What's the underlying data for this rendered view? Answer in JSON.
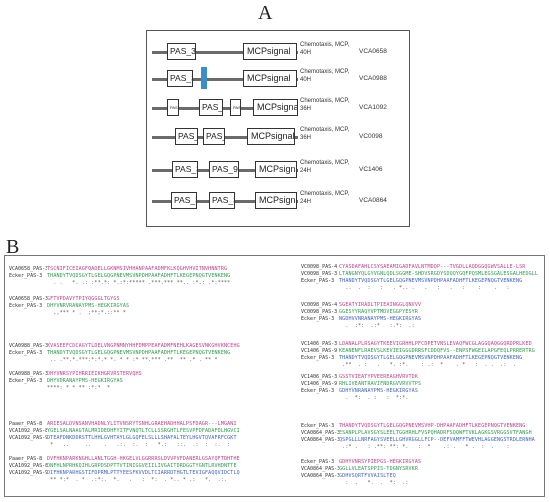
{
  "panel_a": {
    "letter": "A",
    "rows": [
      {
        "domains": [
          {
            "label": "PAS_3",
            "left": 0
          },
          {
            "label": "MCPsignal",
            "left": 0
          }
        ],
        "desc": "Chemotaxis, MCP, 40H",
        "gene": "VCA0658"
      },
      {
        "domains": [
          {
            "label": "PAS_3"
          },
          {
            "label": "MCPsignal"
          }
        ],
        "desc": "Chemotaxis, MCP, 40H",
        "gene": "VCA0988"
      },
      {
        "domains": [
          {
            "label": "PAS"
          },
          {
            "label": "PAS_9"
          },
          {
            "label": "PAS"
          },
          {
            "label": "MCPsignal"
          }
        ],
        "desc": "Chemotaxis, MCP, 36H",
        "gene": "VCA1092"
      },
      {
        "domains": [
          {
            "label": "PAS_4"
          },
          {
            "label": "PAS_3"
          },
          {
            "label": "MCPsignal"
          }
        ],
        "desc": "Chemotaxis, MCP, 36H",
        "gene": "VC0098"
      },
      {
        "domains": [
          {
            "label": "PAS_3"
          },
          {
            "label": "PAS_9"
          },
          {
            "label": "MCPsignal"
          }
        ],
        "desc": "Chemotaxis, MCP, 24H",
        "gene": "VC1406"
      },
      {
        "domains": [
          {
            "label": "PAS_3"
          },
          {
            "label": "PAS_3"
          },
          {
            "label": "MCPsignal"
          }
        ],
        "desc": "Chemotaxis, MCP, 24H",
        "gene": "VCA0864"
      }
    ]
  },
  "panel_b": {
    "letter": "B",
    "blocks": [
      {
        "lines": [
          {
            "name": "VCA0658_PAS-3",
            "seq": "TSCNIFICEIAGFQADELLGKNMSIVHHANPAAFADMFKLKQGHVHVITNVHNNTRG",
            "color": 0
          },
          {
            "name": "Ecker_PAS-3",
            "seq": "THANDYTVQDSGYTLGELGQGPNEVMSVNPDHPAAFADHFTLKEGEPNQGTVENKENG",
            "color": 1
          },
          {
            "name": "",
            "seq": "  . .   *. .: :**.*: *.:*:***** .***.*** **.. :*.: .*:**** ",
            "color": 9
          }
        ]
      },
      {
        "lines": [
          {
            "name": "VCA0658_PAS-3",
            "seq": "GFTVPDAVYTPIYQGGGLTGYGS",
            "color": 0
          },
          {
            "name": "Ecker_PAS-3",
            "seq": "DHYVNRVRANAYPMS-HEGKIRGYAS",
            "color": 1
          },
          {
            "name": "",
            "seq": "  ,,*** * .  ;**;*.::** *",
            "color": 9
          }
        ]
      },
      {
        "lines": [
          {
            "name": "VCA0988_PAS-3",
            "seq": "KVASEEFCDCAGYTLDELVNGPNMNYHHFDMPPEAFADMFNEHLKAGESVNKGHVKNCEHG",
            "color": 0
          },
          {
            "name": "Ecker_PAS-3",
            "seq": "THANDYTVQDSGYTLGELGQGPNEVMSVNPDHPAAFADHFTLKEGEPNQGTVENKENG",
            "color": 1
          },
          {
            "name": "",
            "seq": " .. .**.*.***:*:*.* *. * * :* **.*** .**  ** .* . ** *  ",
            "color": 9
          }
        ]
      },
      {
        "lines": [
          {
            "name": "VCA0988_PAS-3",
            "seq": "DHYVNRSYPIHRRIEIKHGRVRSTERVQHS",
            "color": 0
          },
          {
            "name": "Ecker_PAS-3",
            "seq": "DHYVDRANAYPMS-HEGKIRGYAS",
            "color": 1
          },
          {
            "name": "",
            "seq": "****: * * ** :*:*  *",
            "color": 9
          }
        ]
      },
      {
        "lines": [
          {
            "name": "Paaer_PAS-8",
            "seq": "ARIESALDVNSANVHADNLYLITVNSRYTSNHLGRAEHADHHALPSFDAGR---LMGANI",
            "color": 0
          },
          {
            "name": "VCA1092_PAS-8",
            "seq": "YGELSALNAAGTALMRIDEDHFYITFVNQTLTCLLSSRGHTLFESVPFDFADAFDLHGVCI",
            "color": 1
          },
          {
            "name": "VCA1092_PAS-9",
            "seq": "DTEAFDNKDDRSTTLHHLGVHTAYLGLGQFELSLLLSHAFALTEYLHGVTQVAFRFCGKT",
            "color": 2
          },
          {
            "name": "",
            "seq": " *   ..     ..    .   .:.  :.  :   *.:   ::.  .:  :  :.  :  ",
            "color": 9
          }
        ]
      },
      {
        "lines": [
          {
            "name": "Paaer_PAS-8",
            "seq": "DVFHKNPARKNGHLLANLTGGH-HKGELVLGGRRRSLDVVPVFDANERLGSAYQFTDHTHE",
            "color": 0
          },
          {
            "name": "VCA1092_PAS-8",
            "seq": "DNFHLNPRHKQIHLGRPDSDPTTVTINIGGVEIILIVGAITDRDGGTYGNTLRVHDNTTE",
            "color": 1
          },
          {
            "name": "VCA1092_PAS-9",
            "seq": "DIFHKNPARHGSTIFDPRMLPTTYEESFKVVDLTCIARRDTHGTLTEVIGFAQQVIDCTLQ",
            "color": 2
          },
          {
            "name": "",
            "seq": " ** *:*  . *  .:*:.  *.   .   :  *:  . *.. * .:   *.  .:.  ",
            "color": 9
          }
        ]
      },
      {
        "lines": [
          {
            "name": "VC0098_PAS-4",
            "seq": "CYASDAFAHLCSYSAEAMIGADFAVLNTMDQP---TVGDLLAQDGGQGWVSALLE-LSR",
            "color": 0
          },
          {
            "name": "VC0098_PAS-3",
            "seq": "LTANGNYQLGYVGNLQDLSGGME-SHDVSRGDYSDQQYGQFPQSMLEGSGALESGALHEDGLL",
            "color": 1
          },
          {
            "name": "Ecker_PAS-3",
            "seq": "THANDYTVQDSGYTLGELGQGPNEVMSVNPDHPAAFADHFTLKEGEPNQGTVENKENG",
            "color": 2
          },
          {
            "name": "",
            "seq": "  ..  .  :   :   . *.. .   .   :   .   :    :    .   :  ",
            "color": 9
          }
        ]
      },
      {
        "lines": [
          {
            "name": "VC0098_PAS-4",
            "seq": "SGEATYIRADLTPIEAINGGLQNVVV",
            "color": 0
          },
          {
            "name": "VC0098_PAS-3",
            "seq": "GGESYYRAQYVPTMDVEGGPYESYR",
            "color": 1
          },
          {
            "name": "Ecker_PAS-3",
            "seq": "NGDHVVNRANAYPMS-HEGKIRGYAS",
            "color": 2
          },
          {
            "name": "",
            "seq": "  .  :*:  .:*   :.*:  .:",
            "color": 9
          }
        ]
      },
      {
        "lines": [
          {
            "name": "VC1406_PAS-3",
            "seq": "LDANALPLRSAGYTKEEVIGRHHLPFCDPETVNSLEVAQFWCGLAGGQAQGGQRDPRLKED",
            "color": 0
          },
          {
            "name": "VC1406_PAS-9",
            "seq": "KEANENFLRAEVSLKEVIEIGGGDRRSFCDDQFVS--ENPSFWGEILAPGFEQLPRRERTRG",
            "color": 1
          },
          {
            "name": "Ecker_PAS-3",
            "seq": "THANDYTVQDSGYTLGELGQGPNEVMSVNPDHPAAFADHFTLKEGEPNQGTVENKENG",
            "color": 2
          },
          {
            "name": "",
            "seq": " .**  . :   .   *. :*.    : .:  *    . *   :  . .  .:  .",
            "color": 9
          }
        ]
      },
      {
        "lines": [
          {
            "name": "VC1406_PAS-3",
            "seq": "GSSTVIEATYPVEEREAGHVRVTDK",
            "color": 0
          },
          {
            "name": "VC1406_PAS-9",
            "seq": "RHLIVEANTRAVIFNDRGVVRVVTPS",
            "color": 1
          },
          {
            "name": "Ecker_PAS-3",
            "seq": "GDHYVNRANAYPMS-HEGKIRGYAS",
            "color": 2
          },
          {
            "name": "",
            "seq": "  .  *:  . :   :  *:*.  ",
            "color": 9
          }
        ]
      },
      {
        "lines": [
          {
            "name": "Ecker_PAS-3",
            "seq": "THANDYTVQDSGYTLGELGQGPNEVMSVHP-DHPAAFADHFTLKEGEPNQGTVENKENG",
            "color": 0
          },
          {
            "name": "VCA0864_PAS-3_1",
            "seq": "ESANPLPLAVSGYSLEELTGGHRHLFVSPQHADRFSQQWFTVKLAGKGSVRGGSVTFANGH",
            "color": 1
          },
          {
            "name": "VCA0864_PAS-3_2",
            "seq": "QSPGLLLNRFAGYSVEELLGHVRGGLLFCP--DEFVAMFFTWEVHLAGGENGSTRDLERNHA",
            "color": 2
          },
          {
            "name": "",
            "seq": " .:* .   : .**: **: *.   :  *    .: .   * .  :  .    :",
            "color": 9
          }
        ]
      },
      {
        "lines": [
          {
            "name": "Ecker_PAS-3",
            "seq": "GDHYVNRSYPIEPGS-HEGKIRGYAS",
            "color": 0
          },
          {
            "name": "VCA0864_PAS-3_1",
            "seq": "GGLLVLEATSPPIS-TDGNYSRVKR",
            "color": 1
          },
          {
            "name": "VCA0864_PAS-3_2",
            "seq": "GDHVSQRTFVVAISLTEQ",
            "color": 2
          },
          {
            "name": "",
            "seq": "  :  .   *.  .  *:  .:",
            "color": 9
          }
        ]
      }
    ]
  }
}
